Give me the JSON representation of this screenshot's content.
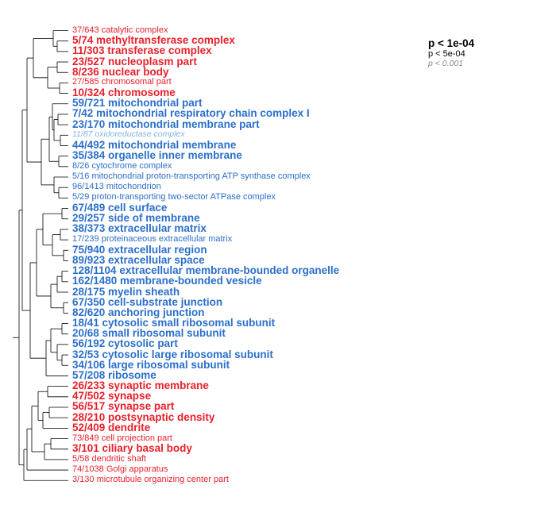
{
  "colors": {
    "red": "#e8202a",
    "blue": "#2a6fcb",
    "lightblue": "#7fb3e0",
    "black": "#000000",
    "gray": "#888888",
    "tree": "#000000"
  },
  "terms": [
    {
      "label": "37/643 catalytic complex",
      "style": "med",
      "color": "red"
    },
    {
      "label": "5/74 methyltransferase complex",
      "style": "big",
      "color": "red"
    },
    {
      "label": "11/303 transferase complex",
      "style": "big",
      "color": "red"
    },
    {
      "label": "23/527 nucleoplasm part",
      "style": "big",
      "color": "red"
    },
    {
      "label": "8/236 nuclear body",
      "style": "big",
      "color": "red"
    },
    {
      "label": "27/585 chromosomal part",
      "style": "med",
      "color": "red"
    },
    {
      "label": "10/324 chromosome",
      "style": "big",
      "color": "red"
    },
    {
      "label": "59/721 mitochondrial part",
      "style": "big",
      "color": "blue"
    },
    {
      "label": "7/42 mitochondrial respiratory chain complex I",
      "style": "big",
      "color": "blue"
    },
    {
      "label": "23/170 mitochondrial membrane part",
      "style": "big",
      "color": "blue"
    },
    {
      "label": "11/87 oxidoreductase complex",
      "style": "small",
      "color": "lightblue"
    },
    {
      "label": "44/492 mitochondrial membrane",
      "style": "big",
      "color": "blue"
    },
    {
      "label": "35/384 organelle inner membrane",
      "style": "big",
      "color": "blue"
    },
    {
      "label": "8/26 cytochrome complex",
      "style": "med",
      "color": "blue"
    },
    {
      "label": "5/16 mitochondrial proton-transporting ATP synthase complex",
      "style": "med",
      "color": "blue"
    },
    {
      "label": "96/1413 mitochondrion",
      "style": "med",
      "color": "blue"
    },
    {
      "label": "5/29 proton-transporting two-sector ATPase complex",
      "style": "med",
      "color": "blue"
    },
    {
      "label": "67/489 cell surface",
      "style": "big",
      "color": "blue"
    },
    {
      "label": "29/257 side of membrane",
      "style": "big",
      "color": "blue"
    },
    {
      "label": "38/373 extracellular matrix",
      "style": "big",
      "color": "blue"
    },
    {
      "label": "17/239 proteinaceous extracellular matrix",
      "style": "med",
      "color": "blue"
    },
    {
      "label": "75/940 extracellular region",
      "style": "big",
      "color": "blue"
    },
    {
      "label": "89/923 extracellular space",
      "style": "big",
      "color": "blue"
    },
    {
      "label": "128/1104 extracellular membrane-bounded organelle",
      "style": "big",
      "color": "blue"
    },
    {
      "label": "162/1480 membrane-bounded vesicle",
      "style": "big",
      "color": "blue"
    },
    {
      "label": "28/175 myelin sheath",
      "style": "big",
      "color": "blue"
    },
    {
      "label": "67/350 cell-substrate junction",
      "style": "big",
      "color": "blue"
    },
    {
      "label": "82/620 anchoring junction",
      "style": "big",
      "color": "blue"
    },
    {
      "label": "18/41 cytosolic small ribosomal subunit",
      "style": "big",
      "color": "blue"
    },
    {
      "label": "20/68 small ribosomal subunit",
      "style": "big",
      "color": "blue"
    },
    {
      "label": "56/192 cytosolic part",
      "style": "big",
      "color": "blue"
    },
    {
      "label": "32/53 cytosolic large ribosomal subunit",
      "style": "big",
      "color": "blue"
    },
    {
      "label": "34/106 large ribosomal subunit",
      "style": "big",
      "color": "blue"
    },
    {
      "label": "57/208 ribosome",
      "style": "big",
      "color": "blue"
    },
    {
      "label": "26/233 synaptic membrane",
      "style": "big",
      "color": "red"
    },
    {
      "label": "47/502 synapse",
      "style": "big",
      "color": "red"
    },
    {
      "label": "56/517 synapse part",
      "style": "big",
      "color": "red"
    },
    {
      "label": "28/210 postsynaptic density",
      "style": "big",
      "color": "red"
    },
    {
      "label": "52/409 dendrite",
      "style": "big",
      "color": "red"
    },
    {
      "label": "73/849 cell projection part",
      "style": "med",
      "color": "red"
    },
    {
      "label": "3/101 ciliary basal body",
      "style": "big",
      "color": "red"
    },
    {
      "label": "5/58 dendritic shaft",
      "style": "med",
      "color": "red"
    },
    {
      "label": "74/1038 Golgi apparatus",
      "style": "med",
      "color": "red"
    },
    {
      "label": "3/130 microtubule organizing center part",
      "style": "med",
      "color": "red"
    }
  ],
  "legend": [
    {
      "label": "p < 1e-04",
      "style": "big",
      "color": "black"
    },
    {
      "label": "p < 5e-04",
      "style": "med",
      "color": "black"
    },
    {
      "label": "p < 0.001",
      "style": "small",
      "color": "gray"
    }
  ]
}
